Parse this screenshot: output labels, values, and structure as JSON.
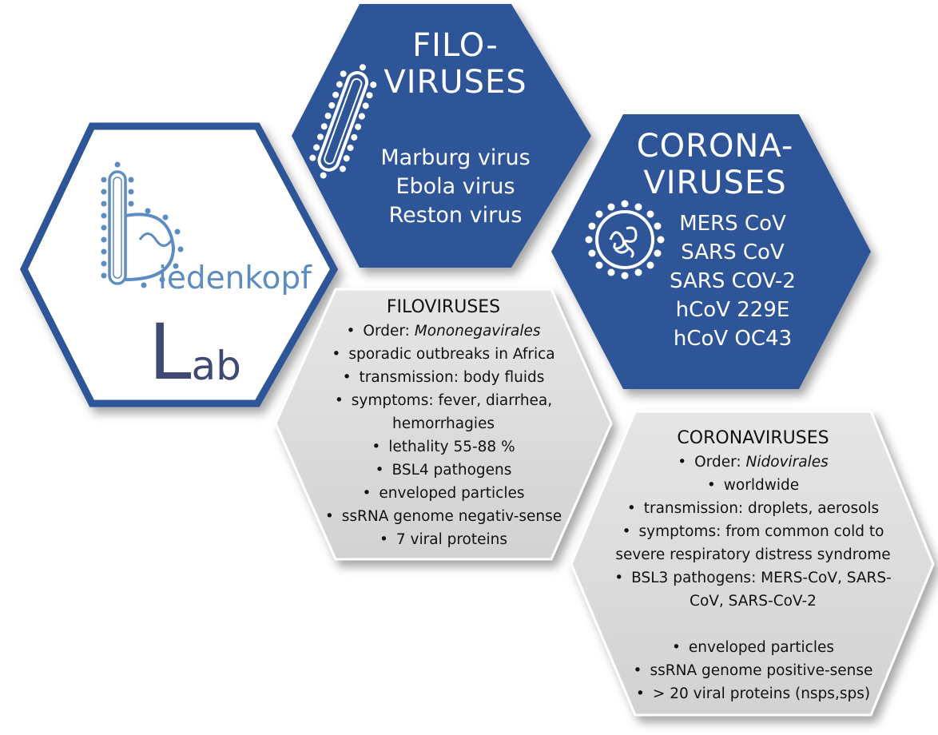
{
  "logo": {
    "word": "iedenkopf",
    "lab_l": "L",
    "lab_ab": "ab"
  },
  "filo_hex": {
    "title_line1": "FILO-",
    "title_line2": "VIRUSES",
    "viruses": [
      "Marburg virus",
      "Ebola virus",
      "Reston virus"
    ],
    "icon": "filovirus-icon"
  },
  "corona_hex": {
    "title_line1": "CORONA-",
    "title_line2": "VIRUSES",
    "viruses": [
      "MERS CoV",
      "SARS CoV",
      "SARS COV-2",
      "hCoV 229E",
      "hCoV OC43"
    ],
    "icon": "coronavirus-icon"
  },
  "filo_info": {
    "header": "FILOVIRUSES",
    "items": [
      {
        "prefix": "Order: ",
        "italic": "Mononegavirales"
      },
      {
        "text": "sporadic outbreaks in Africa"
      },
      {
        "text": "transmission: body fluids"
      },
      {
        "text": "symptoms: fever, diarrhea,",
        "cont": "hemorrhagies"
      },
      {
        "text": "lethality 55-88 %"
      },
      {
        "text": "BSL4 pathogens"
      },
      {
        "text": "enveloped particles"
      },
      {
        "text": "ssRNA genome negativ-sense"
      },
      {
        "text": "7 viral proteins"
      }
    ]
  },
  "corona_info": {
    "header": "CORONAVIRUSES",
    "items": [
      {
        "prefix": "Order: ",
        "italic": "Nidovirales"
      },
      {
        "text": "worldwide"
      },
      {
        "text": "transmission: droplets, aerosols"
      },
      {
        "text": "symptoms: from common cold to",
        "cont": "severe respiratory distress syndrome"
      },
      {
        "text": "BSL3 pathogens: MERS-CoV, SARS-",
        "cont": "CoV, SARS-CoV-2"
      },
      {
        "text": "enveloped particles",
        "gap": true
      },
      {
        "text": "ssRNA genome positive-sense"
      },
      {
        "text": "> 20 viral proteins (nsps,sps)"
      }
    ]
  },
  "colors": {
    "navy": "#2e5597",
    "grey": "#d9d9d9",
    "logo_text": "#5d8cc1",
    "lab_text": "#3e4a73"
  }
}
